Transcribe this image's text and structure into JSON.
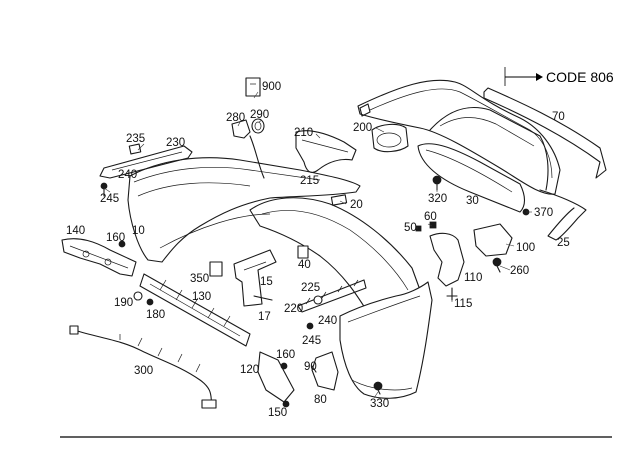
{
  "diagram": {
    "code_label": "CODE 806",
    "part_labels": {
      "p10": "10",
      "p15": "15",
      "p17": "17",
      "p20": "20",
      "p25": "25",
      "p30": "30",
      "p40": "40",
      "p50": "50",
      "p60": "60",
      "p70": "70",
      "p80": "80",
      "p90": "90",
      "p100": "100",
      "p110": "110",
      "p115": "115",
      "p120": "120",
      "p130": "130",
      "p140": "140",
      "p150": "150",
      "p160a": "160",
      "p160b": "160",
      "p180": "180",
      "p190": "190",
      "p200": "200",
      "p210": "210",
      "p215": "215",
      "p220": "220",
      "p225": "225",
      "p230": "230",
      "p235": "235",
      "p240a": "240",
      "p240b": "240",
      "p245a": "245",
      "p245b": "245",
      "p260": "260",
      "p280": "280",
      "p290": "290",
      "p300": "300",
      "p320": "320",
      "p330": "330",
      "p350": "350",
      "p370": "370",
      "p900": "900"
    }
  }
}
